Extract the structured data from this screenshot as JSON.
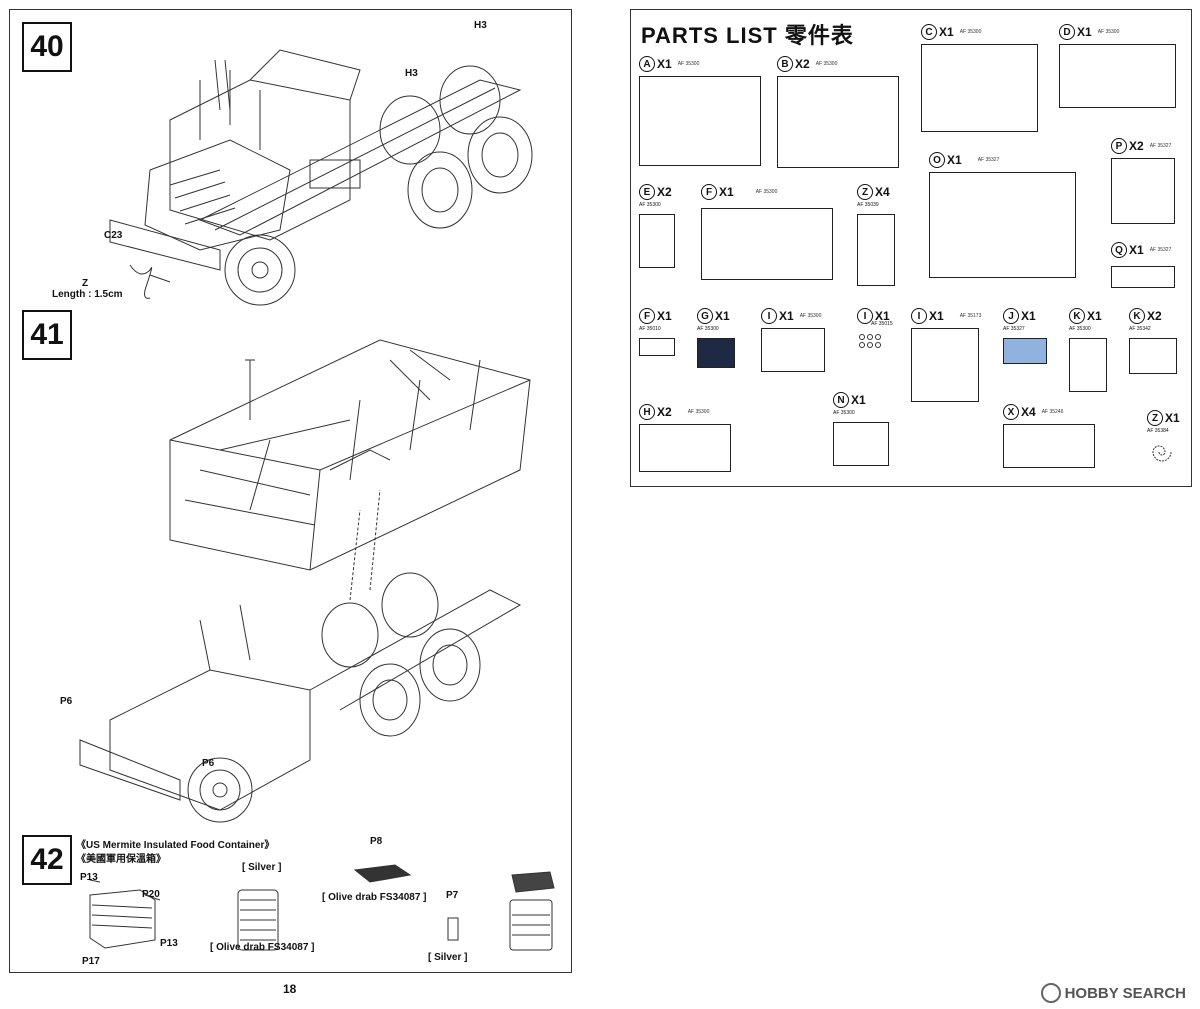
{
  "left_page": {
    "steps": [
      {
        "number": "40",
        "labels": {
          "h3_top": "H3",
          "h3_mid": "H3",
          "c23": "C23",
          "z": "Z",
          "length": "Length : 1.5cm"
        }
      },
      {
        "number": "41",
        "labels": {
          "p6_left": "P6",
          "p6_right": "P6"
        }
      },
      {
        "number": "42",
        "title_en": "《US Mermite Insulated Food Container》",
        "title_zh": "《美國軍用保溫箱》",
        "labels": {
          "p13_top": "P13",
          "p20": "P20",
          "p13_bottom": "P13",
          "p17": "P17",
          "silver_top": "[ Silver ]",
          "olive_left": "[ Olive drab FS34087 ]",
          "p8": "P8",
          "olive_mid": "[ Olive drab FS34087 ]",
          "p7": "P7",
          "silver_bottom": "[ Silver ]"
        }
      }
    ],
    "page_number": "18"
  },
  "parts_list": {
    "title": "PARTS  LIST 零件表",
    "sprues": [
      {
        "id": "A",
        "letter": "A",
        "qty": "X1",
        "code": "AF 35300"
      },
      {
        "id": "B",
        "letter": "B",
        "qty": "X2",
        "code": "AF 35300"
      },
      {
        "id": "C",
        "letter": "C",
        "qty": "X1",
        "code": "AF 35300"
      },
      {
        "id": "D",
        "letter": "D",
        "qty": "X1",
        "code": "AF 35300"
      },
      {
        "id": "E",
        "letter": "E",
        "qty": "X2",
        "code": "AF 35300"
      },
      {
        "id": "F",
        "letter": "F",
        "qty": "X1",
        "code": "AF 35300"
      },
      {
        "id": "Z4",
        "letter": "Z",
        "qty": "X4",
        "code": "AF 35039"
      },
      {
        "id": "O",
        "letter": "O",
        "qty": "X1",
        "code": "AF 35327"
      },
      {
        "id": "P",
        "letter": "P",
        "qty": "X2",
        "code": "AF 35327"
      },
      {
        "id": "Q",
        "letter": "Q",
        "qty": "X1",
        "code": "AF 35327"
      },
      {
        "id": "F2",
        "letter": "F",
        "qty": "X1",
        "code": "AF 35010"
      },
      {
        "id": "G",
        "letter": "G",
        "qty": "X1",
        "code": "AF 35300"
      },
      {
        "id": "I",
        "letter": "I",
        "qty": "X1",
        "code": "AF 35300"
      },
      {
        "id": "I2",
        "letter": "I",
        "qty": "X1",
        "code": "AF 35015"
      },
      {
        "id": "I3",
        "letter": "I",
        "qty": "X1",
        "code": "AF 35173"
      },
      {
        "id": "J",
        "letter": "J",
        "qty": "X1",
        "code": "AF 35327"
      },
      {
        "id": "K",
        "letter": "K",
        "qty": "X1",
        "code": "AF 35300"
      },
      {
        "id": "K2",
        "letter": "K",
        "qty": "X2",
        "code": "AF 35342"
      },
      {
        "id": "H",
        "letter": "H",
        "qty": "X2",
        "code": "AF 35300"
      },
      {
        "id": "N",
        "letter": "N",
        "qty": "X1",
        "code": "AF 35300"
      },
      {
        "id": "X",
        "letter": "X",
        "qty": "X4",
        "code": "AF 35246"
      },
      {
        "id": "Z1",
        "letter": "Z",
        "qty": "X1",
        "code": "AF 35384"
      }
    ]
  },
  "watermark": {
    "text": "HOBBY SEARCH"
  }
}
